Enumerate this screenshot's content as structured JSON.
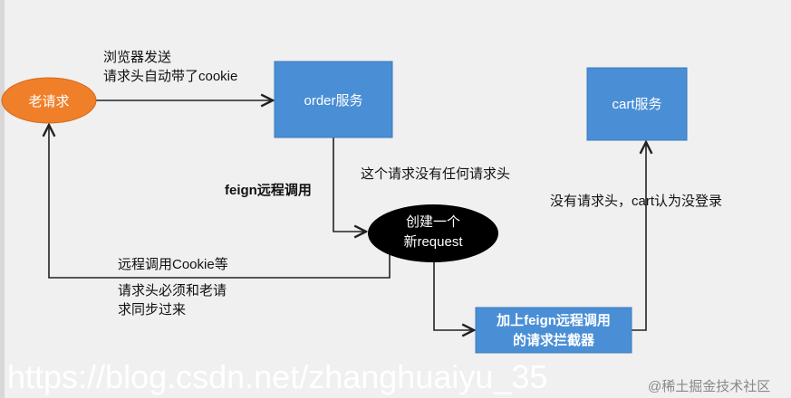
{
  "nodes": {
    "old_request": "老请求",
    "order_service": "order服务",
    "cart_service": "cart服务",
    "new_request_line1": "创建一个",
    "new_request_line2": "新request",
    "interceptor_line1": "加上feign远程调用",
    "interceptor_line2": "的请求拦截器"
  },
  "labels": {
    "browser_line1": "浏览器发送",
    "browser_line2": "请求头自动带了cookie",
    "feign_call": "feign远程调用",
    "no_headers": "这个请求没有任何请求头",
    "cart_not_logged": "没有请求头，cart认为没登录",
    "sync_line1": "远程调用Cookie等",
    "sync_line2": "请求头必须和老请",
    "sync_line3": "求同步过来"
  },
  "watermark": {
    "url": "https://blog.csdn.net/zhanghuaiyu_35",
    "community": "@稀土掘金技术社区"
  },
  "colors": {
    "orange": "#f07f2a",
    "blue": "#4a8fd6",
    "black": "#000000"
  }
}
